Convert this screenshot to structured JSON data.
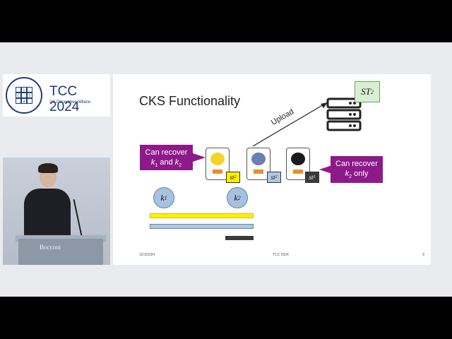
{
  "conference": {
    "title": "TCC 2024",
    "subtitle": "2/6 December, Milano",
    "seal_letters": [
      "",
      "i",
      "",
      "c",
      "",
      "r",
      "",
      "a",
      ""
    ],
    "podium_label": "Bocconi"
  },
  "slide": {
    "title": "CKS Functionality",
    "server_state": "ST",
    "server_state_sub": "2",
    "upload_label": "Upload",
    "callout_left": [
      "Can recover",
      "k1 and k2"
    ],
    "callout_right": [
      "Can recover",
      "k2 only"
    ],
    "characters": [
      {
        "name": "tweety",
        "tag": "st",
        "tag_sub": "2",
        "tag_color": "#ffef00"
      },
      {
        "name": "roadrunner",
        "tag": "st",
        "tag_sub": "2",
        "tag_color": "#b0c8e2"
      },
      {
        "name": "daffy",
        "tag": "st",
        "tag_sub": "1",
        "tag_color": "#3b3b3b"
      }
    ],
    "keys": [
      {
        "label": "k",
        "sub": "1"
      },
      {
        "label": "k",
        "sub": "2"
      }
    ],
    "footer": {
      "date": "12/3/2024",
      "center": "TCC 2024",
      "page": "9"
    }
  },
  "colors": {
    "callout": "#8e1a8a",
    "yellow_bar": "#ffef00",
    "blue_bar": "#b0c8e2",
    "brand": "#1d3b72"
  }
}
